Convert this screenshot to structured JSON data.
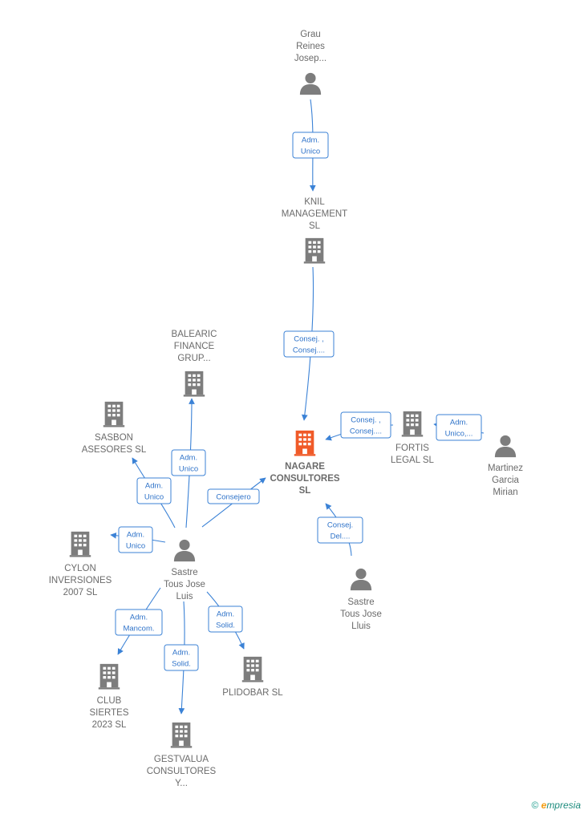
{
  "colors": {
    "edge": "#3b82d6",
    "person": "#7d7d7d",
    "company": "#7d7d7d",
    "focus": "#f05a28"
  },
  "nodes": [
    {
      "id": "grau",
      "type": "person",
      "label": [
        "Grau",
        "Reines",
        "Josep..."
      ]
    },
    {
      "id": "knil",
      "type": "company",
      "label": [
        "KNIL",
        "MANAGEMENT",
        "SL"
      ]
    },
    {
      "id": "nagare",
      "type": "company-focus",
      "label": [
        "NAGARE",
        "CONSULTORES",
        "SL"
      ]
    },
    {
      "id": "balearic",
      "type": "company",
      "label": [
        "BALEARIC",
        "FINANCE",
        "GRUP..."
      ]
    },
    {
      "id": "sasbon",
      "type": "company",
      "label": [
        "SASBON",
        "ASESORES SL"
      ]
    },
    {
      "id": "cylon",
      "type": "company",
      "label": [
        "CYLON",
        "INVERSIONES",
        "2007 SL"
      ]
    },
    {
      "id": "sastre_luis",
      "type": "person",
      "label": [
        "Sastre",
        "Tous Jose",
        "Luis"
      ]
    },
    {
      "id": "club",
      "type": "company",
      "label": [
        "CLUB",
        "SIERTES",
        "2023 SL"
      ]
    },
    {
      "id": "gestvalua",
      "type": "company",
      "label": [
        "GESTVALUA",
        "CONSULTORES",
        "Y..."
      ]
    },
    {
      "id": "plidobar",
      "type": "company",
      "label": [
        "PLIDOBAR SL"
      ]
    },
    {
      "id": "fortis",
      "type": "company",
      "label": [
        "FORTIS",
        "LEGAL SL"
      ]
    },
    {
      "id": "martinez",
      "type": "person",
      "label": [
        "Martinez",
        "Garcia",
        "Mirian"
      ]
    },
    {
      "id": "sastre_lluis",
      "type": "person",
      "label": [
        "Sastre",
        "Tous Jose",
        "Lluis"
      ]
    }
  ],
  "edges": [
    {
      "from": "grau",
      "to": "knil",
      "label": [
        "Adm.",
        "Unico"
      ]
    },
    {
      "from": "knil",
      "to": "nagare",
      "label": [
        "Consej. ,",
        "Consej...."
      ]
    },
    {
      "from": "sastre_luis",
      "to": "nagare",
      "label": [
        "Consejero"
      ]
    },
    {
      "from": "sastre_luis",
      "to": "balearic",
      "label": [
        "Adm.",
        "Unico"
      ]
    },
    {
      "from": "sastre_luis",
      "to": "sasbon",
      "label": [
        "Adm.",
        "Unico"
      ]
    },
    {
      "from": "sastre_luis",
      "to": "cylon",
      "label": [
        "Adm.",
        "Unico"
      ]
    },
    {
      "from": "sastre_luis",
      "to": "club",
      "label": [
        "Adm.",
        "Mancom."
      ]
    },
    {
      "from": "sastre_luis",
      "to": "gestvalua",
      "label": [
        "Adm.",
        "Solid."
      ]
    },
    {
      "from": "sastre_luis",
      "to": "plidobar",
      "label": [
        "Adm.",
        "Solid."
      ]
    },
    {
      "from": "fortis",
      "to": "nagare",
      "label": [
        "Consej. ,",
        "Consej...."
      ]
    },
    {
      "from": "martinez",
      "to": "fortis",
      "label": [
        "Adm.",
        "Unico,..."
      ]
    },
    {
      "from": "sastre_lluis",
      "to": "nagare",
      "label": [
        "Consej.",
        "Del...."
      ]
    }
  ],
  "footer": {
    "copyright": "©",
    "brand_first": "e",
    "brand_rest": "mpresia"
  }
}
